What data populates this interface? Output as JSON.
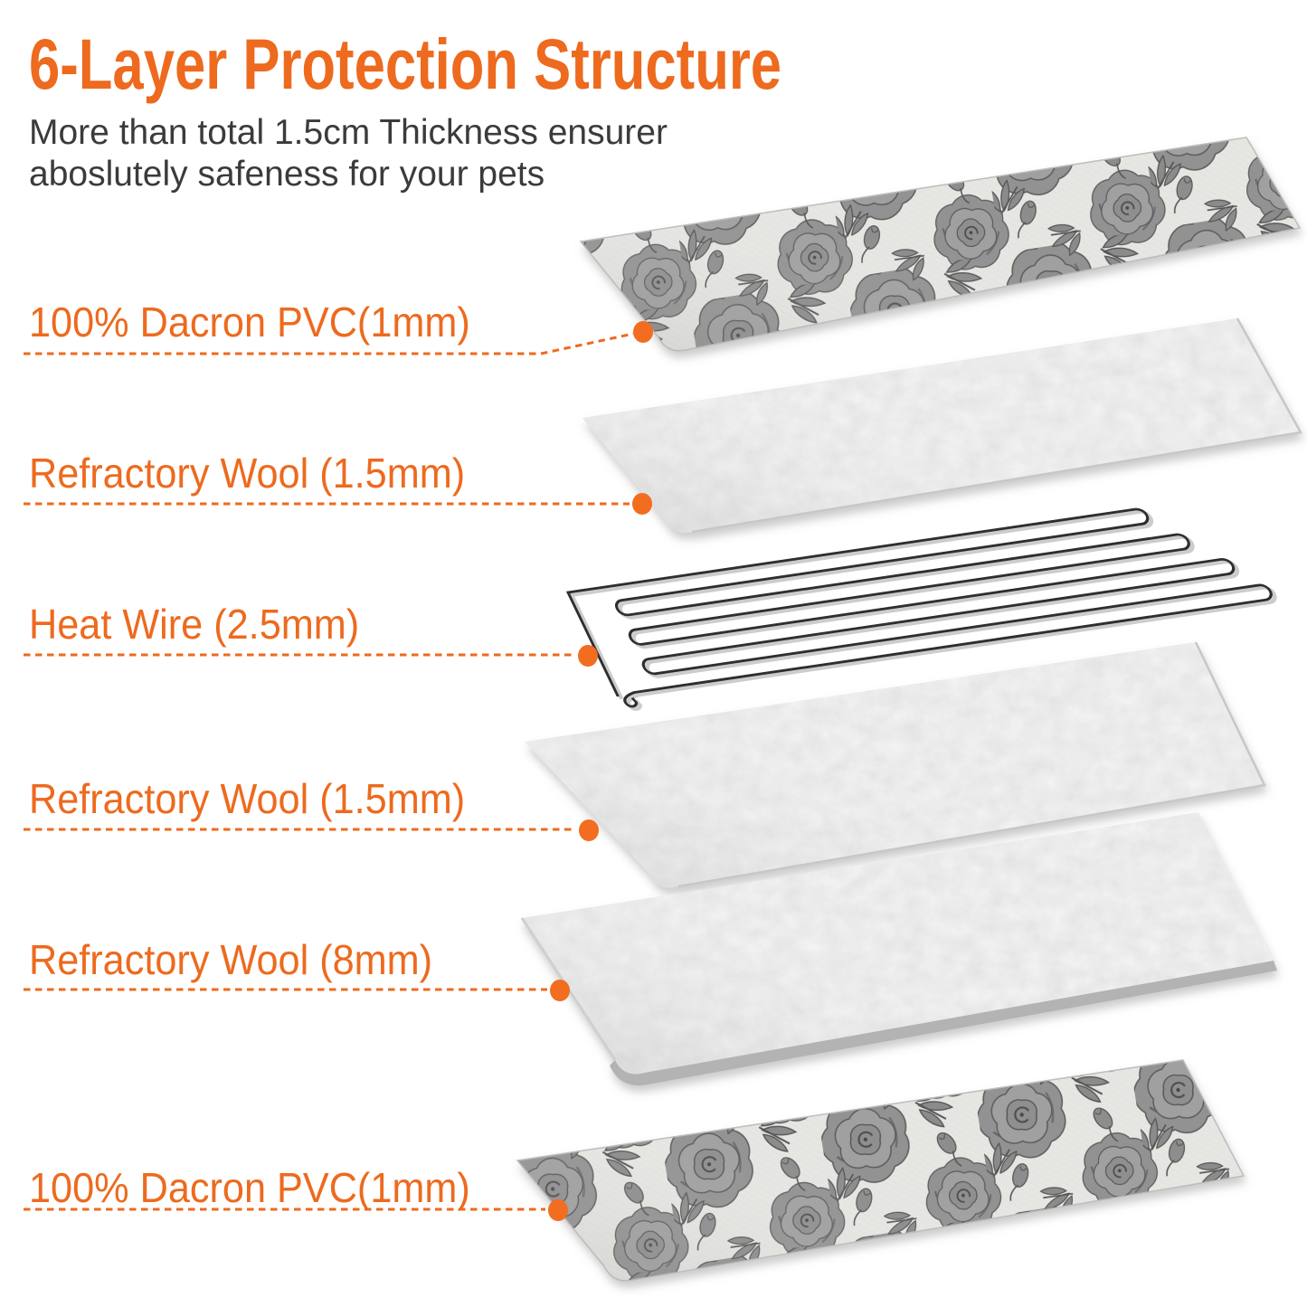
{
  "title": "6-Layer Protection Structure",
  "subtitle": {
    "line1": "More than total 1.5cm Thickness ensurer",
    "line2": "aboslutely safeness for your pets"
  },
  "colors": {
    "accent": "#ED6A1E",
    "subtitle_text": "#3B3B3B",
    "fabric_base": "#E6E6E3",
    "rose_gray": "#909090",
    "wool_base": "#F5F5F4",
    "wire_dark": "#2E2E2E"
  },
  "layers": [
    {
      "label": "100% Dacron PVC(1mm)",
      "material": "floral-pvc-fabric"
    },
    {
      "label": "Refractory Wool (1.5mm)",
      "material": "wool-sheet"
    },
    {
      "label": "Heat Wire (2.5mm)",
      "material": "heat-wire"
    },
    {
      "label": "Refractory Wool (1.5mm)",
      "material": "wool-sheet"
    },
    {
      "label": "Refractory Wool (8mm)",
      "material": "wool-sheet-thick"
    },
    {
      "label": "100% Dacron PVC(1mm)",
      "material": "floral-pvc-fabric"
    }
  ]
}
